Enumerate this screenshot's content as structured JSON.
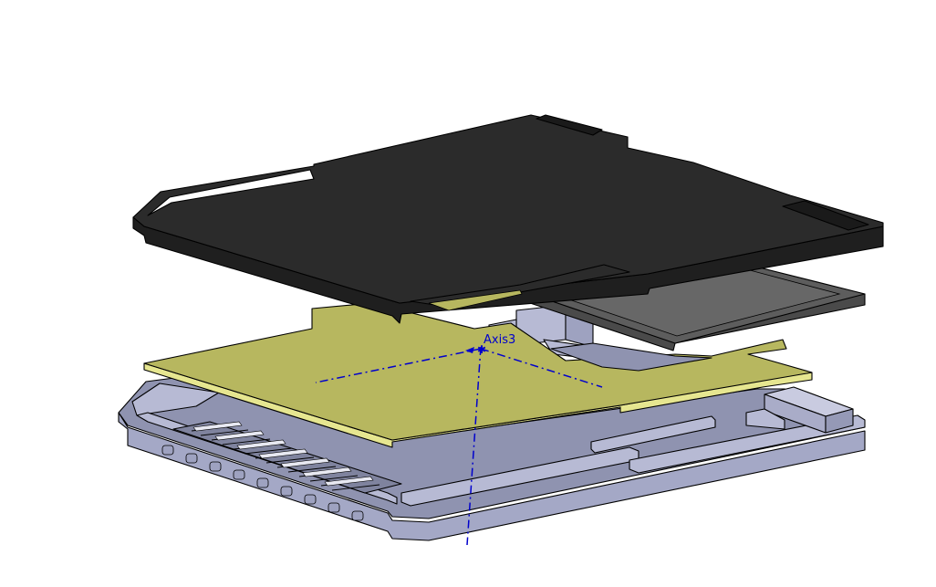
{
  "viewport": {
    "background": "#ffffff"
  },
  "colors": {
    "cover": "#2b2b2b",
    "cover_side": "#1f1f1f",
    "tray": "#5d5d5d",
    "tray_side": "#4a4a4a",
    "pcb": "#b7b75f",
    "pcb_edge": "#e6e690",
    "housing": "#b7bad4",
    "housing_dark": "#8f93b0",
    "housing_side": "#a4a8c6",
    "axis": "#0000cc"
  },
  "axis": {
    "label": "Axis3"
  },
  "parts": [
    {
      "name": "cover"
    },
    {
      "name": "tray"
    },
    {
      "name": "pcb"
    },
    {
      "name": "housing"
    }
  ]
}
